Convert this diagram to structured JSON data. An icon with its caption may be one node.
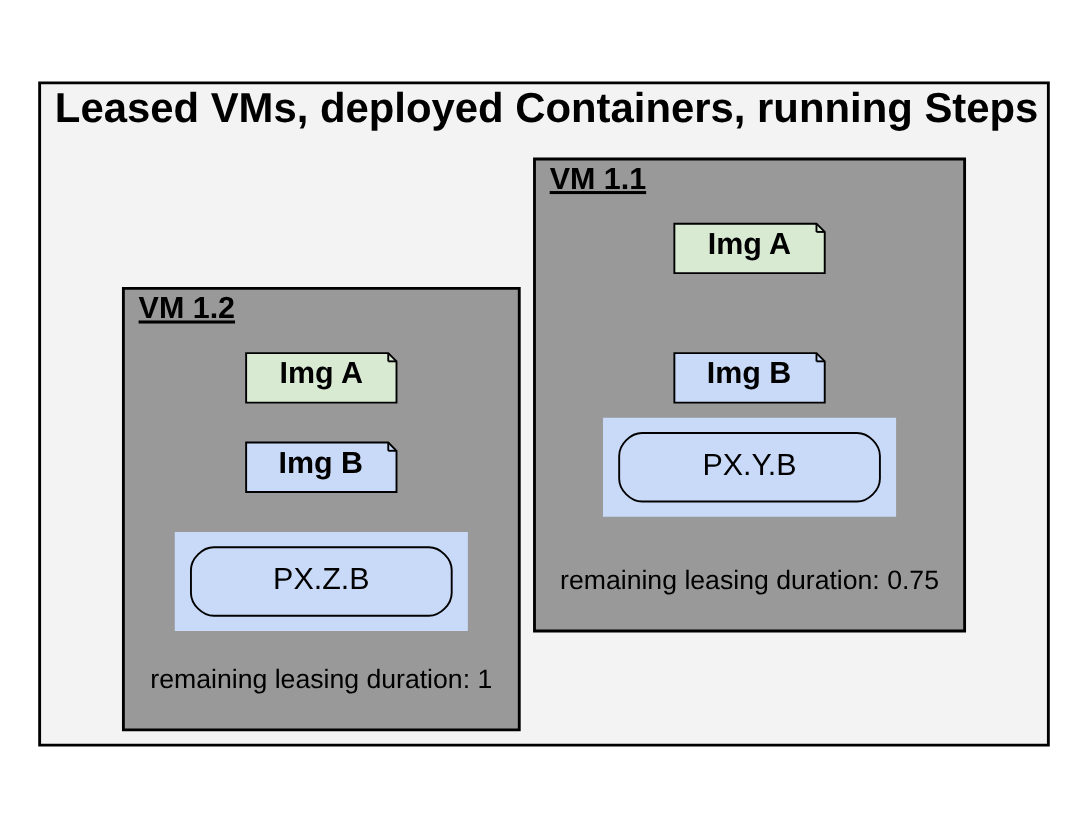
{
  "diagram": {
    "nodes": [
      {
        "text": [
          "Leased VMs, deployed Containers, running Steps"
        ]
      },
      {
        "text": [
          "VM 1.1",
          "remaining leasing duration: 0.75"
        ],
        "in": 0
      },
      {
        "text": [
          "Img A"
        ],
        "in": 1
      },
      {
        "text": [
          "Img B"
        ],
        "in": 1
      },
      {
        "text": [],
        "shape": "box",
        "in": 1
      },
      {
        "text": [
          "PX.Y.B"
        ],
        "in": 4
      },
      {
        "text": [
          "VM 1.2",
          "remaining leasing duration: 1"
        ],
        "in": 0
      },
      {
        "text": [
          "Img A"
        ],
        "in": 6
      },
      {
        "text": [
          "Img B"
        ],
        "in": 6
      },
      {
        "text": [],
        "shape": "box",
        "in": 6
      },
      {
        "text": [
          "PX.Z.B"
        ],
        "in": 9
      }
    ],
    "edges": []
  }
}
